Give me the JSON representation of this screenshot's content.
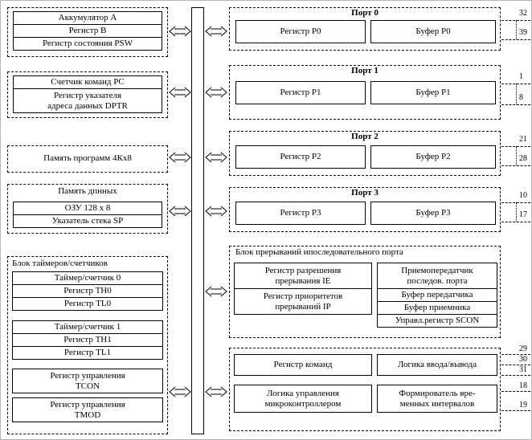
{
  "left": {
    "acc_block": {
      "rows": [
        "Аккумулятор А",
        "Регистр В",
        "Регистр состояния PSW"
      ]
    },
    "pc_block": {
      "rows": [
        "Счетчик команд PC",
        "Регистр указателя\nадреса данных DPTR"
      ]
    },
    "prog_mem_label": "Память программ 4Кх8",
    "data_mem_block": {
      "title": "Память дпнных",
      "rows": [
        "ОЗУ 128 х 8",
        "Указатель стека SP"
      ]
    },
    "timers_block": {
      "title": "Блок таймеров/счетчиков",
      "timer0_rows": [
        "Таймер/счетчик 0",
        "Регистр TH0",
        "Регистр TL0"
      ],
      "timer1_rows": [
        "Таймер/счетчик 1",
        "Регистр TH1",
        "Регистр TL1"
      ],
      "tcon_label": "Регистр управления\nTCON",
      "tmod_label": "Регистр управления\nTMOD"
    }
  },
  "ports": [
    {
      "title": "Порт 0",
      "register": "Регистр Р0",
      "buffer": "Буфер Р0",
      "pin_first": "32",
      "pin_last": "39"
    },
    {
      "title": "Порт 1",
      "register": "Регистр Р1",
      "buffer": "Буфер Р1",
      "pin_first": "1",
      "pin_last": "8"
    },
    {
      "title": "Порт 2",
      "register": "Регистр Р2",
      "buffer": "Буфер Р2",
      "pin_first": "21",
      "pin_last": "28"
    },
    {
      "title": "Порт 3",
      "register": "Регистр Р3",
      "buffer": "Буфер Р3",
      "pin_first": "10",
      "pin_last": "17"
    }
  ],
  "interrupt_serial_block": {
    "title": "Блок прерываний ипоследовательного порта",
    "left_rows": [
      "Регистр разрешения\nпрерывания IE",
      "Регистр приоритетов\nпрерываний IP"
    ],
    "right_rows": [
      "Приемопередатчик\nпоследов. порта",
      "Буфер передатчика",
      "Буфер приемника",
      "Управл.регистр SCON"
    ]
  },
  "control_block": {
    "cmd_register": "Регистр команд",
    "io_logic": "Логика ввода/вывода",
    "control_logic": "Логика управления\nмикроконтроллером",
    "timing_generator": "Формирователь вре-\nменных интервалов",
    "io_pins": [
      "29",
      "30",
      "31"
    ],
    "xtal_pins": [
      "18",
      "19"
    ]
  }
}
